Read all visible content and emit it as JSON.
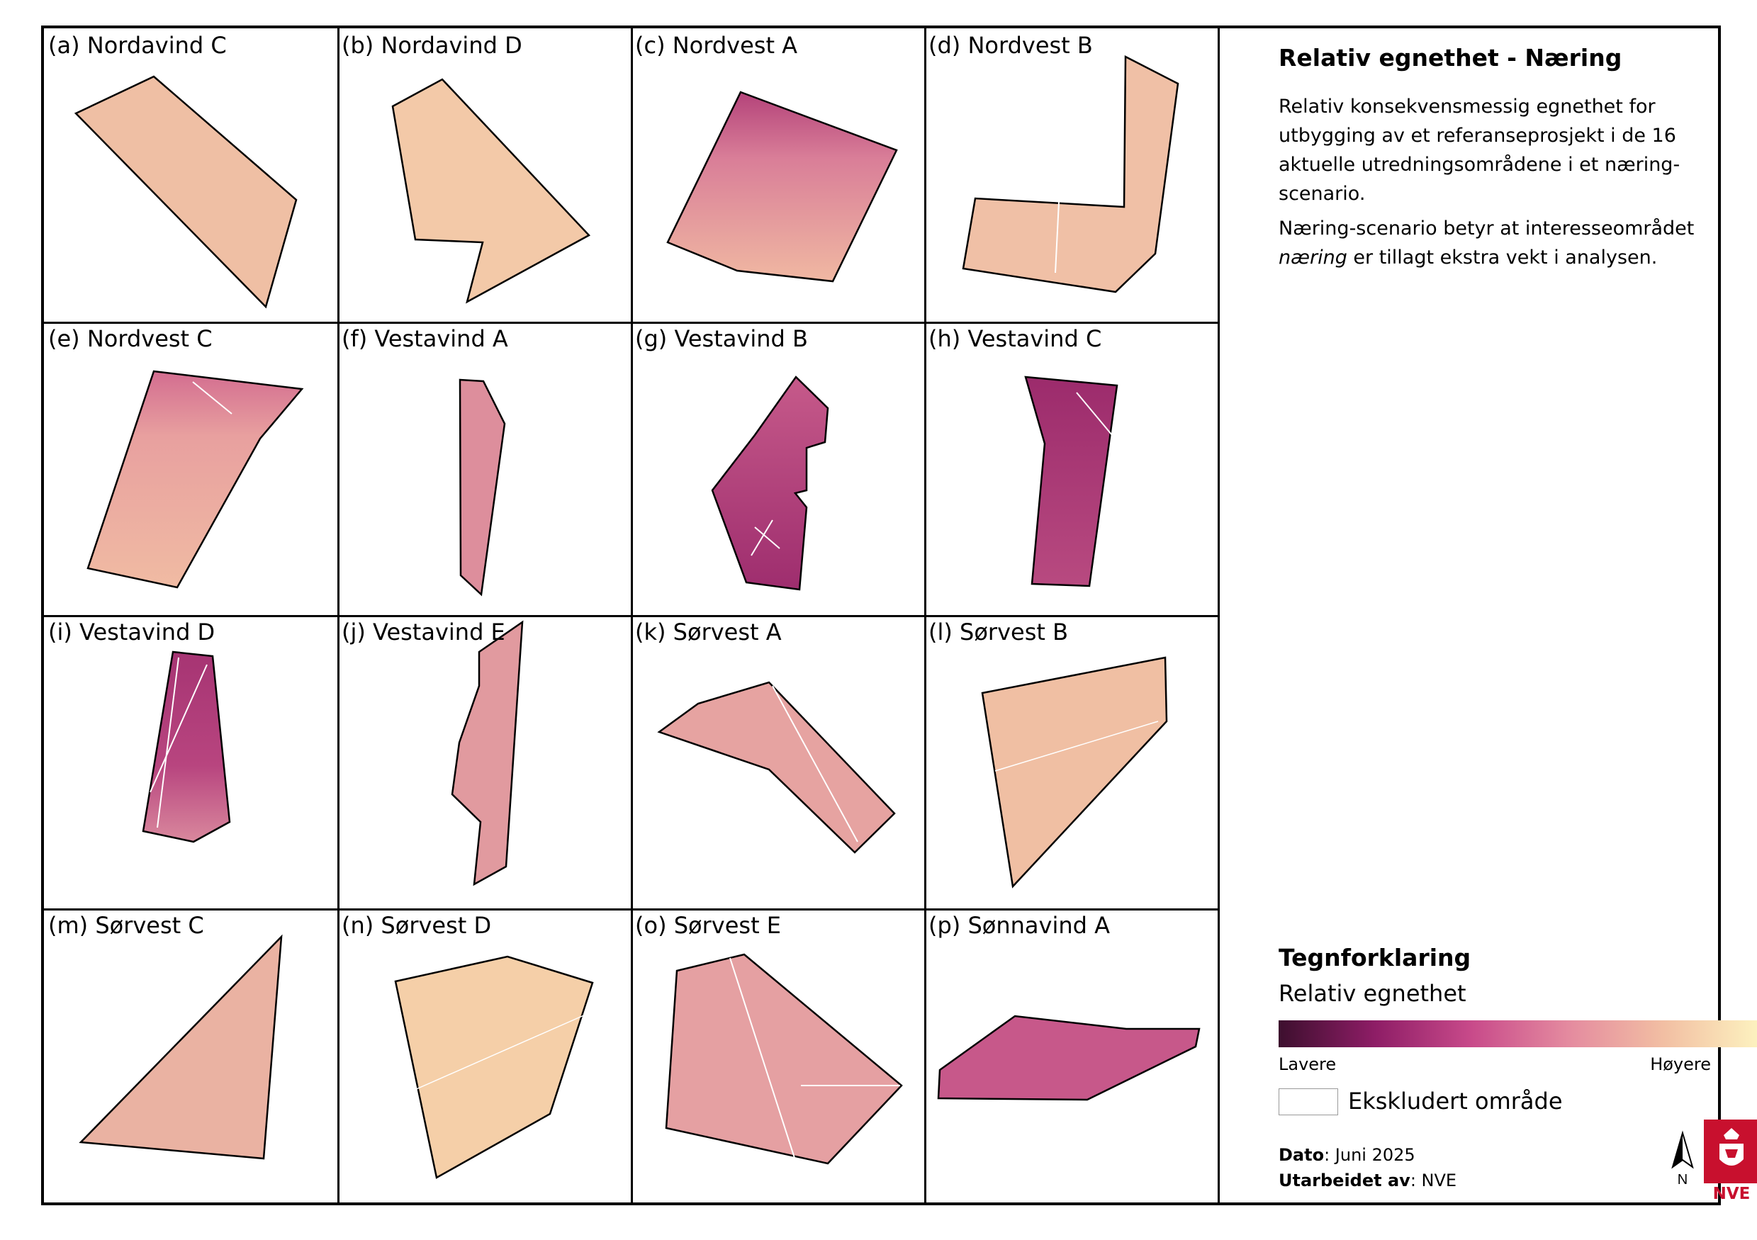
{
  "panels": [
    {
      "label": "(a) Nordavind C"
    },
    {
      "label": "(b) Nordavind D"
    },
    {
      "label": "(c) Nordvest A"
    },
    {
      "label": "(d) Nordvest B"
    },
    {
      "label": "(e) Nordvest C"
    },
    {
      "label": "(f) Vestavind A"
    },
    {
      "label": "(g) Vestavind B"
    },
    {
      "label": "(h) Vestavind C"
    },
    {
      "label": "(i) Vestavind D"
    },
    {
      "label": "(j) Vestavind E"
    },
    {
      "label": "(k) Sørvest A"
    },
    {
      "label": "(l) Sørvest B"
    },
    {
      "label": "(m) Sørvest C"
    },
    {
      "label": "(n) Sørvest D"
    },
    {
      "label": "(o) Sørvest E"
    },
    {
      "label": "(p) Sønnavind A"
    }
  ],
  "side": {
    "title": "Relativ egnethet - Næring",
    "desc1": "Relativ konsekvensmessig egnethet for utbygging av et referanseprosjekt i de 16 aktuelle utredningsområdene i et næring-scenario.",
    "desc2_a": "Næring-scenario betyr at interesseområdet ",
    "desc2_em": "næring",
    "desc2_b": " er tillagt ekstra vekt i analysen."
  },
  "legend": {
    "title": "Tegnforklaring",
    "subtitle": "Relativ egnethet",
    "low": "Lavere",
    "high": "Høyere",
    "excluded": "Ekskludert område",
    "ramp_colors": [
      "#3d0f2e",
      "#8e1d66",
      "#c84a8a",
      "#e48a9f",
      "#f2bfa3",
      "#fdf3c0"
    ]
  },
  "footer": {
    "date_label": "Dato",
    "date_value": ": Juni 2025",
    "author_label": "Utarbeidet av",
    "author_value": ": NVE",
    "north_label": "N",
    "logo_text": "NVE"
  }
}
